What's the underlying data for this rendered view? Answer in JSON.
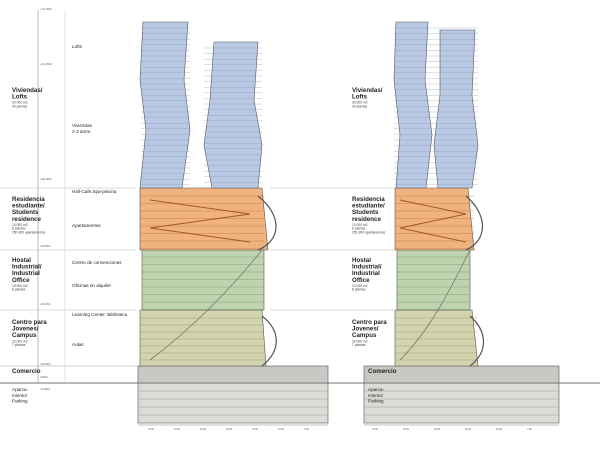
{
  "left": {
    "zones": [
      {
        "key": "viviendas",
        "title": [
          "Viviendas/",
          "Lofts"
        ],
        "sub": [
          "30.000 m2",
          "30 plantas"
        ]
      },
      {
        "key": "residencia",
        "title": [
          "Residencia",
          "estudiante/",
          "Students",
          "residence"
        ],
        "sub": [
          "10.000 m2",
          "8 plantas",
          "250-300 apartamentos"
        ]
      },
      {
        "key": "hostal",
        "title": [
          "Hostal",
          "Industrial/",
          "Industrial",
          "Office"
        ],
        "sub": [
          "10.000 m2",
          "8 plantas"
        ]
      },
      {
        "key": "centro",
        "title": [
          "Centro para",
          "Jovenes/",
          "Campus"
        ],
        "sub": [
          "20.000 m2",
          "7 plantas"
        ]
      }
    ],
    "comercio": "Comercio",
    "parking": [
      "Aparca-",
      "miento/",
      "Parking"
    ],
    "rooms": [
      "Lofts",
      "Viviendas",
      "2-3 dorm.",
      "Hall-Cafe.Spa-piscina",
      "Apartamentos",
      "Centro de convenciones",
      "Oficinas en alquiler",
      "Learning Center. Biblioteca",
      "Aulas"
    ],
    "levels": [
      "+171.000m",
      "+141.000m",
      "+104.000m",
      "+81.000m",
      "+53.000m",
      "+25.000m",
      "0.000m",
      "-10.000m"
    ]
  },
  "right": {
    "zones": [
      {
        "key": "viviendas",
        "title": [
          "Viviendas/",
          "Lofts"
        ],
        "sub": [
          "30.000 m2",
          "30 plantas"
        ]
      },
      {
        "key": "residencia",
        "title": [
          "Residencia",
          "estudiante/",
          "Students",
          "residence"
        ],
        "sub": [
          "10.000 m2",
          "8 plantas",
          "250-300 apartamentos"
        ]
      },
      {
        "key": "hostal",
        "title": [
          "Hostal",
          "Industrial/",
          "Industrial",
          "Office"
        ],
        "sub": [
          "10.000 m2",
          "8 plantas"
        ]
      },
      {
        "key": "centro",
        "title": [
          "Centro para",
          "Jovenes/",
          "Campus"
        ],
        "sub": [
          "20.000 m2",
          "7 plantas"
        ]
      }
    ],
    "comercio": "Comercio",
    "parking": [
      "Aparca-",
      "miento/",
      "Parking"
    ]
  },
  "dims_left": [
    "10.00",
    "10.00",
    "10.00",
    "10.00",
    "10.00",
    "10.00",
    "7.80"
  ],
  "dims_right": [
    "10.00",
    "10.00",
    "10.00",
    "10.00",
    "10.00",
    "7.80"
  ],
  "colors": {
    "lofts": "#b9c9e4",
    "residence": "#f0b27e",
    "office": "#bfd4ae",
    "campus": "#d3d3ad",
    "retail": "#c8c8c4",
    "parking": "#dcdcd6",
    "line": "#555555"
  }
}
